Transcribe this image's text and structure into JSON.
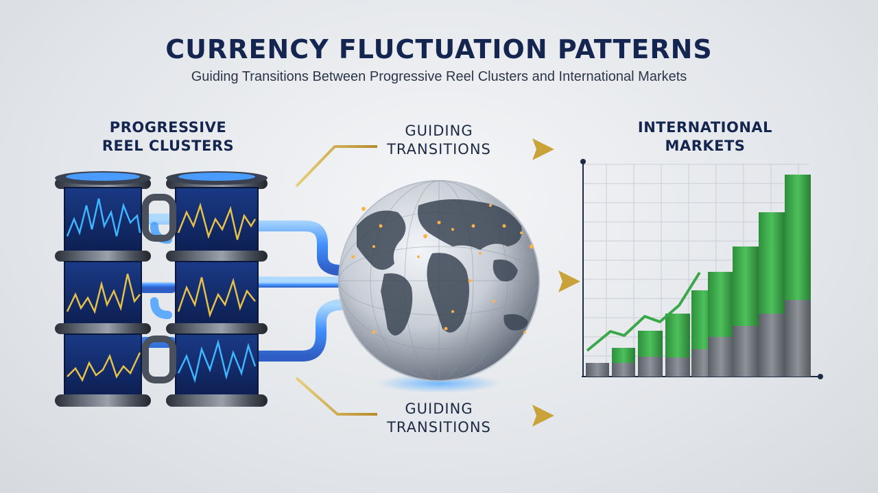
{
  "header": {
    "title": "CURRENCY FLUCTUATION PATTERNS",
    "subtitle": "Guiding Transitions Between Progressive Reel Clusters and International Markets"
  },
  "left_section": {
    "label_line1": "PROGRESSIVE",
    "label_line2": "REEL CLUSTERS"
  },
  "right_section": {
    "label_line1": "INTERNATIONAL",
    "label_line2": "MARKETS"
  },
  "transitions": {
    "top_line1": "GUIDING",
    "top_line2": "TRANSITIONS",
    "bottom_line1": "GUIDING",
    "bottom_line2": "TRANSITIONS"
  },
  "icons": {
    "arrow": "arrow-right-icon",
    "globe": "globe-icon",
    "reel": "reel-icon"
  },
  "colors": {
    "navy": "#14254f",
    "gold": "#c9a23a",
    "green": "#3aa84a",
    "gray_bar": "#7a7f86",
    "blue_glow": "#3f9bff"
  }
}
